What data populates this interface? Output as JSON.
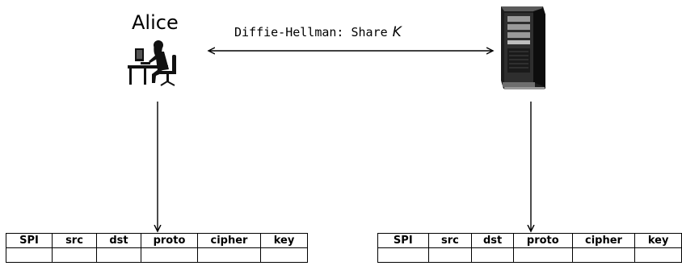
{
  "alice": {
    "label": "Alice"
  },
  "exchange": {
    "protocol_text": "Diffie-Hellman:  Share",
    "key_symbol": "K"
  },
  "tables": {
    "left": {
      "headers": [
        "SPI",
        "src",
        "dst",
        "proto",
        "cipher",
        "key"
      ],
      "rows": [
        [
          "",
          "",
          "",
          "",
          "",
          ""
        ]
      ]
    },
    "right": {
      "headers": [
        "SPI",
        "src",
        "dst",
        "proto",
        "cipher",
        "key"
      ],
      "rows": [
        [
          "",
          "",
          "",
          "",
          "",
          ""
        ]
      ]
    }
  },
  "icons": {
    "alice": "person-at-computer-icon",
    "server": "server-tower-icon"
  }
}
